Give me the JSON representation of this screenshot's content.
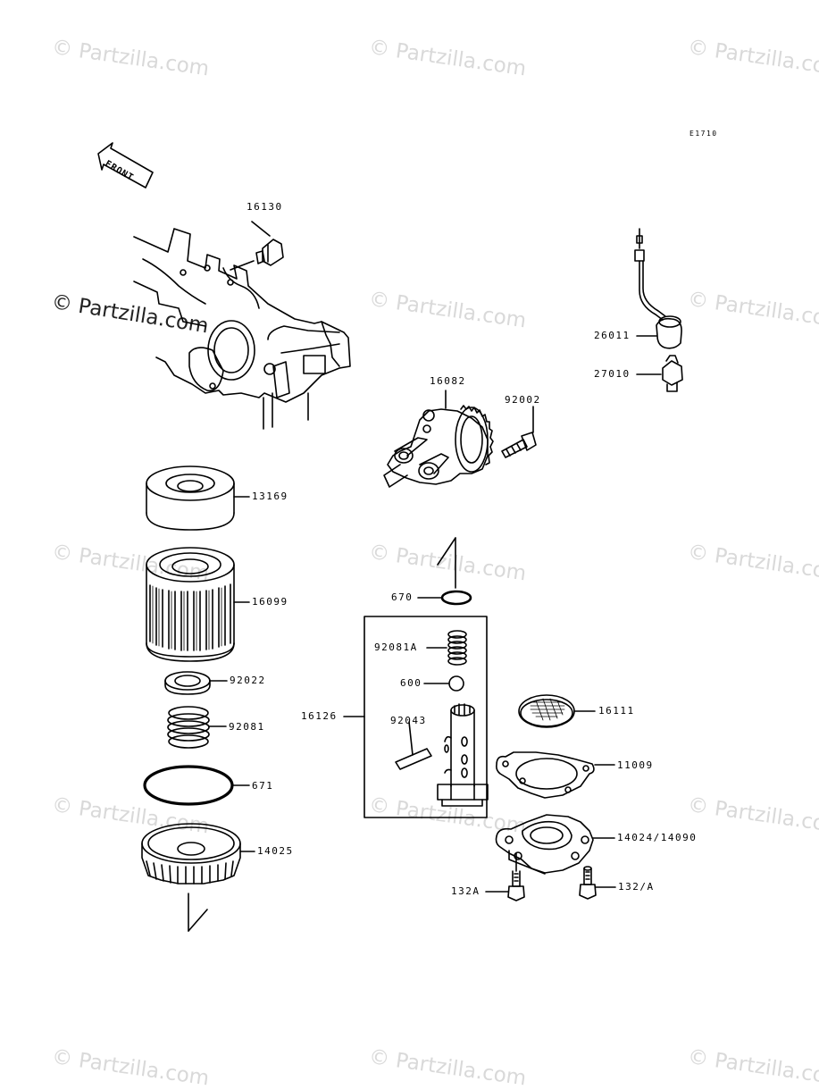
{
  "diagram_code": "E1710",
  "front_label": "FRONT",
  "watermark": "© Partzilla.com",
  "callouts": [
    {
      "id": "16130",
      "label": "16130"
    },
    {
      "id": "26011",
      "label": "26011"
    },
    {
      "id": "27010",
      "label": "27010"
    },
    {
      "id": "16082",
      "label": "16082"
    },
    {
      "id": "92002",
      "label": "92002"
    },
    {
      "id": "13169",
      "label": "13169"
    },
    {
      "id": "16099",
      "label": "16099"
    },
    {
      "id": "670",
      "label": "670"
    },
    {
      "id": "92081A",
      "label": "92081A"
    },
    {
      "id": "600",
      "label": "600"
    },
    {
      "id": "16126",
      "label": "16126"
    },
    {
      "id": "92043",
      "label": "92043"
    },
    {
      "id": "92022",
      "label": "92022"
    },
    {
      "id": "92081",
      "label": "92081"
    },
    {
      "id": "671",
      "label": "671"
    },
    {
      "id": "14025",
      "label": "14025"
    },
    {
      "id": "16111",
      "label": "16111"
    },
    {
      "id": "11009",
      "label": "11009"
    },
    {
      "id": "14024",
      "label": "14024/14090"
    },
    {
      "id": "132A",
      "label": "132A"
    },
    {
      "id": "132-a",
      "label": "132/A"
    }
  ]
}
